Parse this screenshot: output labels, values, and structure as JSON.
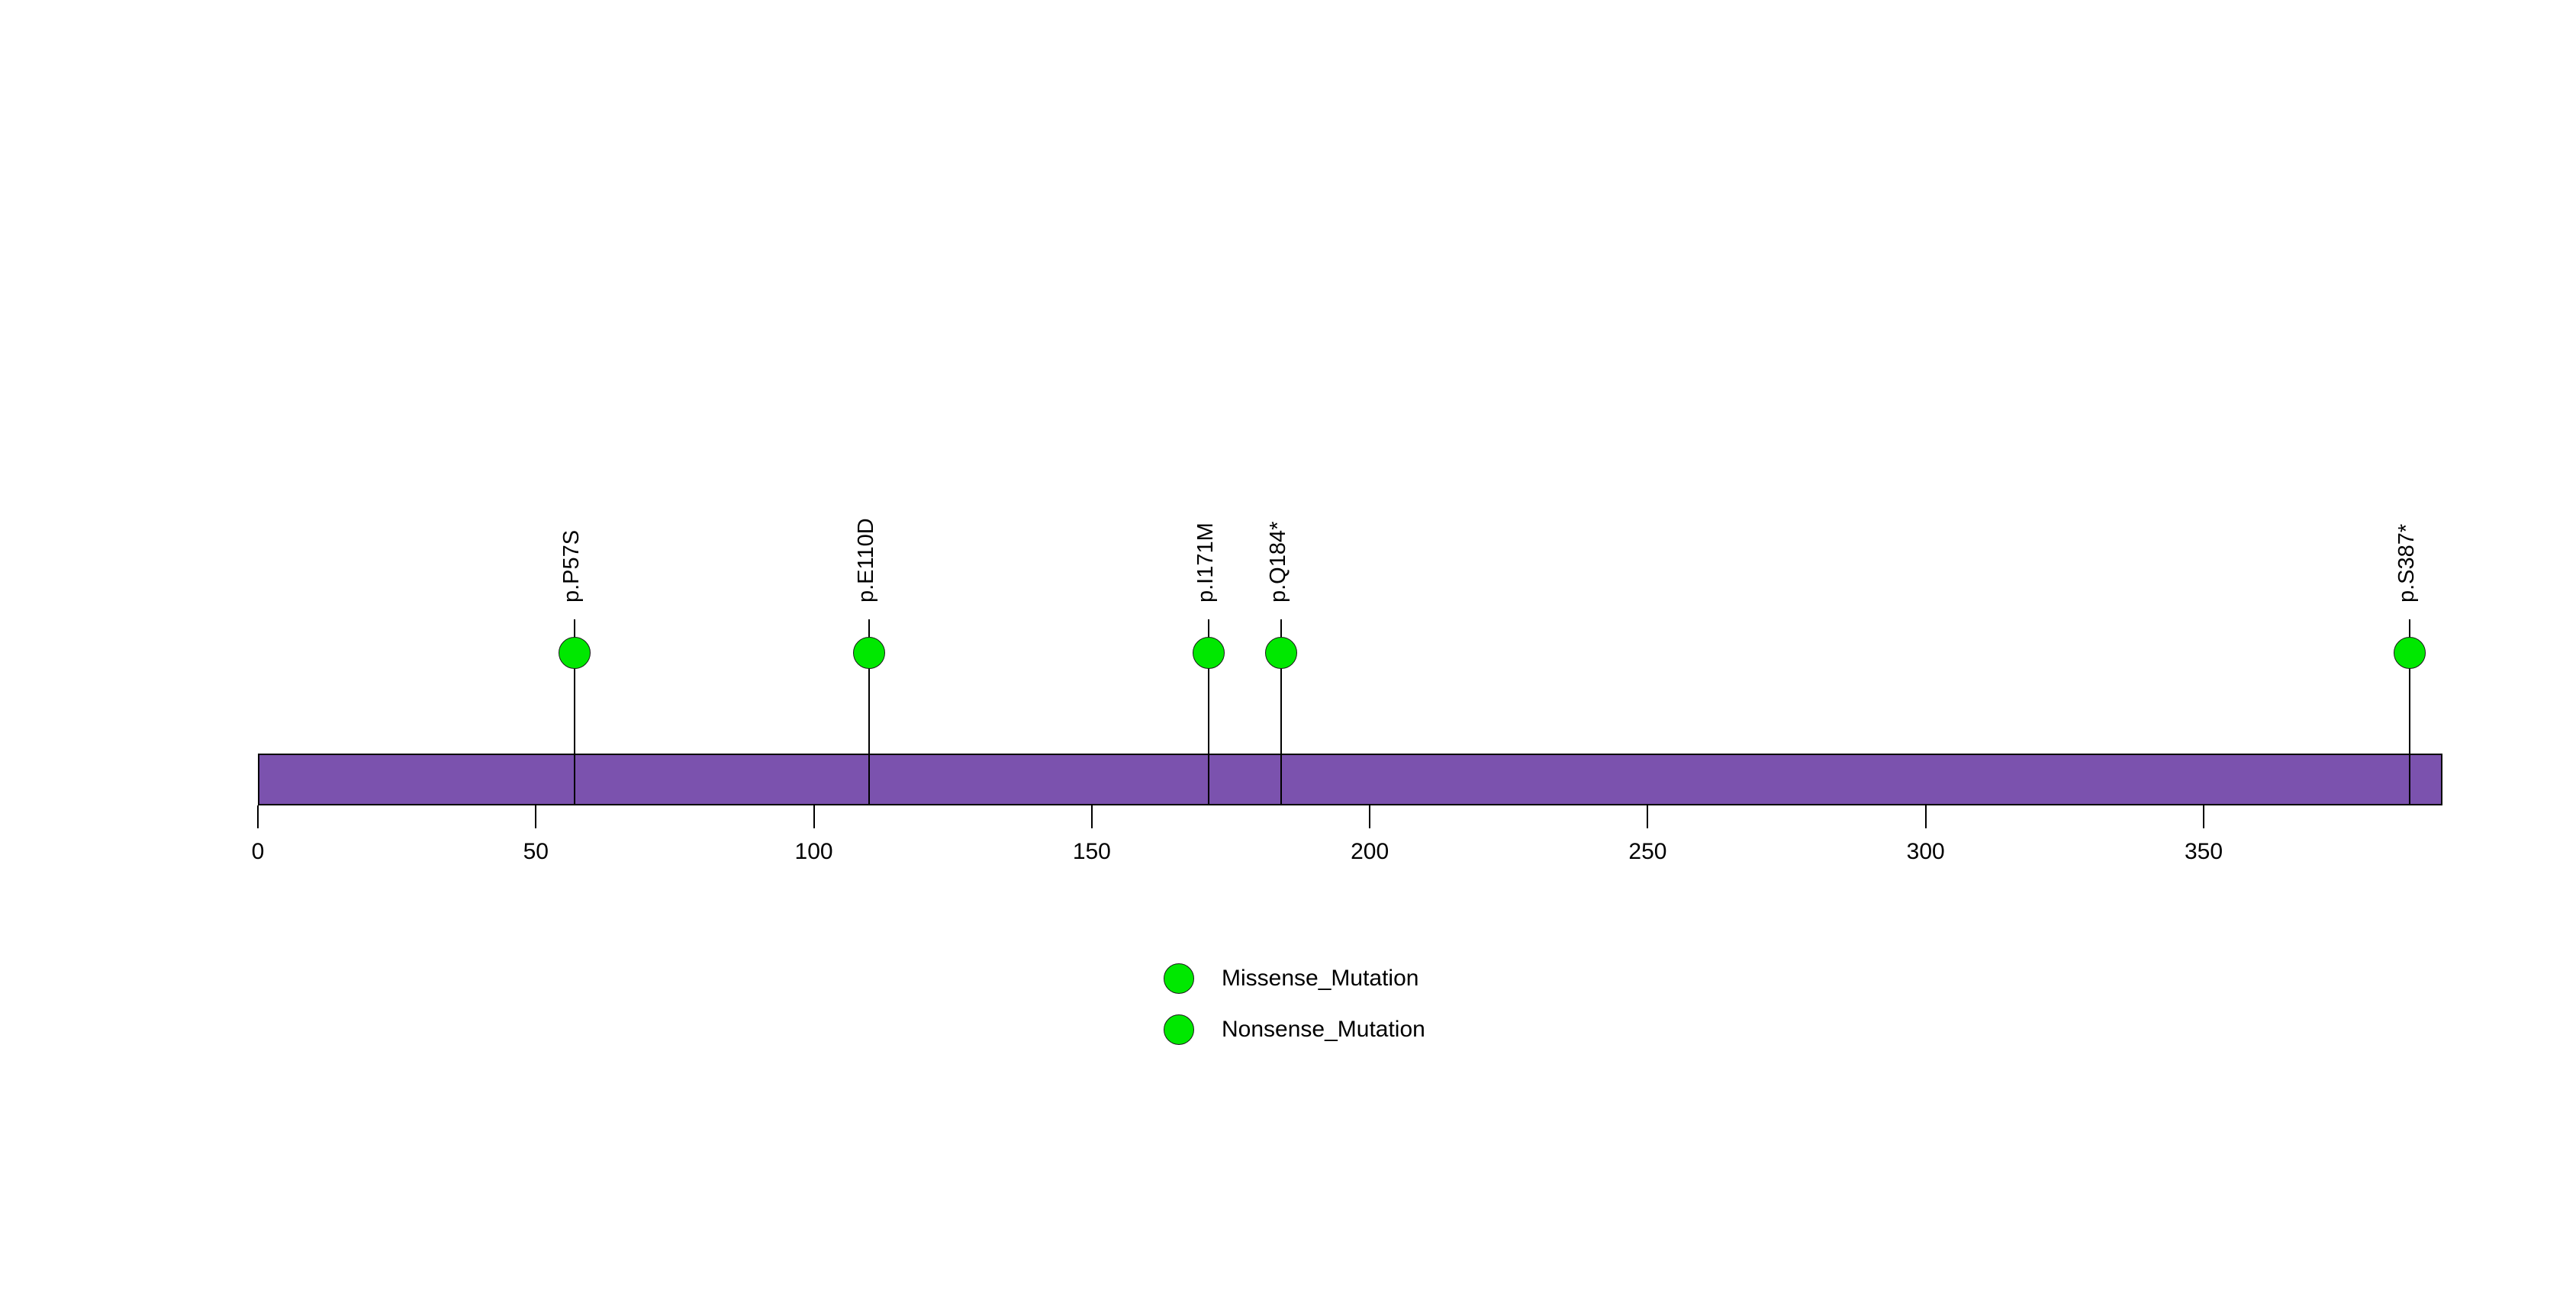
{
  "chart_data": {
    "type": "lollipop",
    "title": "",
    "subtitle": "",
    "xlabel": "",
    "ylabel": "",
    "xlim": [
      0,
      393
    ],
    "grid": false,
    "legend_position": "bottom-center",
    "protein": {
      "length": 393,
      "color": "#7B52AE",
      "border_color": "#000000"
    },
    "axis": {
      "ticks": [
        0,
        50,
        100,
        150,
        200,
        250,
        300,
        350
      ],
      "tick_labels": [
        "0",
        "50",
        "100",
        "150",
        "200",
        "250",
        "300",
        "350"
      ]
    },
    "mutations": [
      {
        "label": "p.P57S",
        "position": 57,
        "count": 1,
        "type": "Missense_Mutation",
        "color": "#00E800"
      },
      {
        "label": "p.E110D",
        "position": 110,
        "count": 1,
        "type": "Missense_Mutation",
        "color": "#00E800"
      },
      {
        "label": "p.I171M",
        "position": 171,
        "count": 1,
        "type": "Missense_Mutation",
        "color": "#00E800"
      },
      {
        "label": "p.Q184*",
        "position": 184,
        "count": 1,
        "type": "Nonsense_Mutation",
        "color": "#00E800"
      },
      {
        "label": "p.S387*",
        "position": 387,
        "count": 1,
        "type": "Nonsense_Mutation",
        "color": "#00E800"
      }
    ],
    "legend": [
      {
        "label": "Missense_Mutation",
        "color": "#00E800"
      },
      {
        "label": "Nonsense_Mutation",
        "color": "#00E800"
      }
    ]
  }
}
